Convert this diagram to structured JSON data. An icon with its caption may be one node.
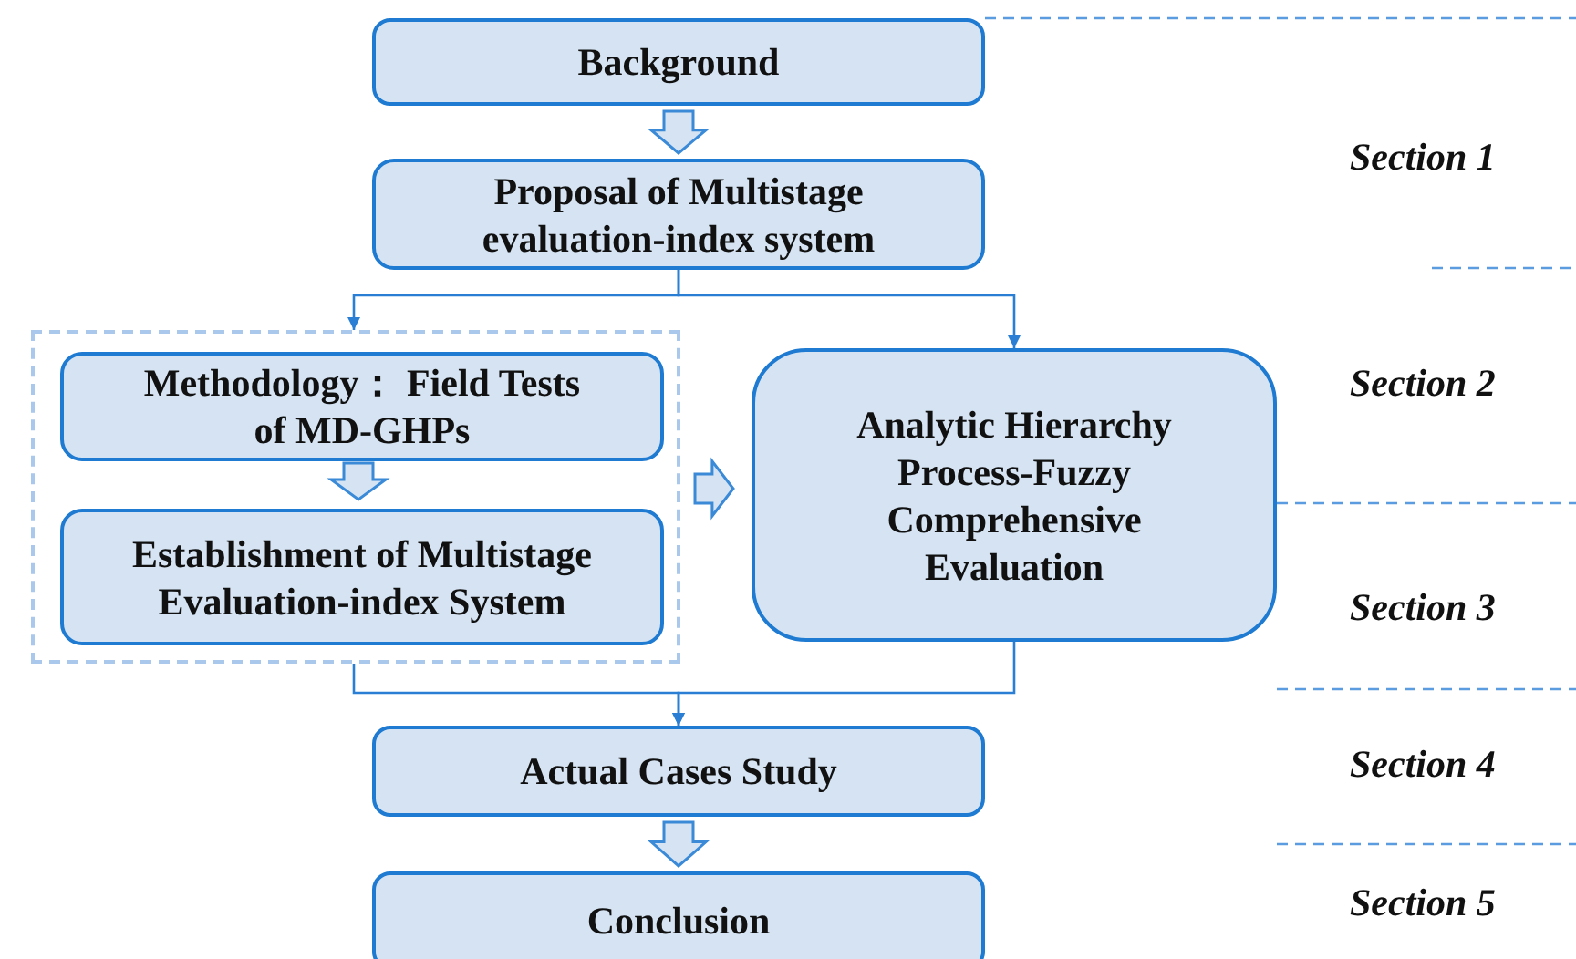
{
  "diagram": {
    "nodes": [
      {
        "text": [
          "Background"
        ]
      },
      {
        "text": [
          "Proposal of Multistage evaluation-index system"
        ]
      },
      {
        "text": [],
        "shape": "box"
      },
      {
        "text": [
          "Methodology： Field Tests of MD-GHPs"
        ],
        "in": 2
      },
      {
        "text": [
          "Establishment of Multistage Evaluation-index System"
        ],
        "in": 2
      },
      {
        "text": [
          "Analytic Hierarchy Process-Fuzzy Comprehensive Evaluation"
        ]
      },
      {
        "text": [
          "Actual Cases Study"
        ]
      },
      {
        "text": [
          "Conclusion"
        ]
      }
    ],
    "edges": [
      {
        "from": 0,
        "to": 1,
        "arrow": "to",
        "style": "thick"
      },
      {
        "from": 1,
        "to": 2,
        "arrow": "to"
      },
      {
        "from": 1,
        "to": 5,
        "arrow": "to"
      },
      {
        "from": 3,
        "to": 4,
        "arrow": "to",
        "style": "thick"
      },
      {
        "from": 2,
        "to": 5,
        "arrow": "to",
        "style": "thick"
      },
      {
        "from": 2,
        "to": 6,
        "arrow": "to"
      },
      {
        "from": 5,
        "to": 6,
        "arrow": "to"
      },
      {
        "from": 6,
        "to": 7,
        "arrow": "to",
        "style": "thick"
      }
    ],
    "labels": [
      "Section 1",
      "Section 2",
      "Section 3",
      "Section 4",
      "Section 5"
    ]
  }
}
